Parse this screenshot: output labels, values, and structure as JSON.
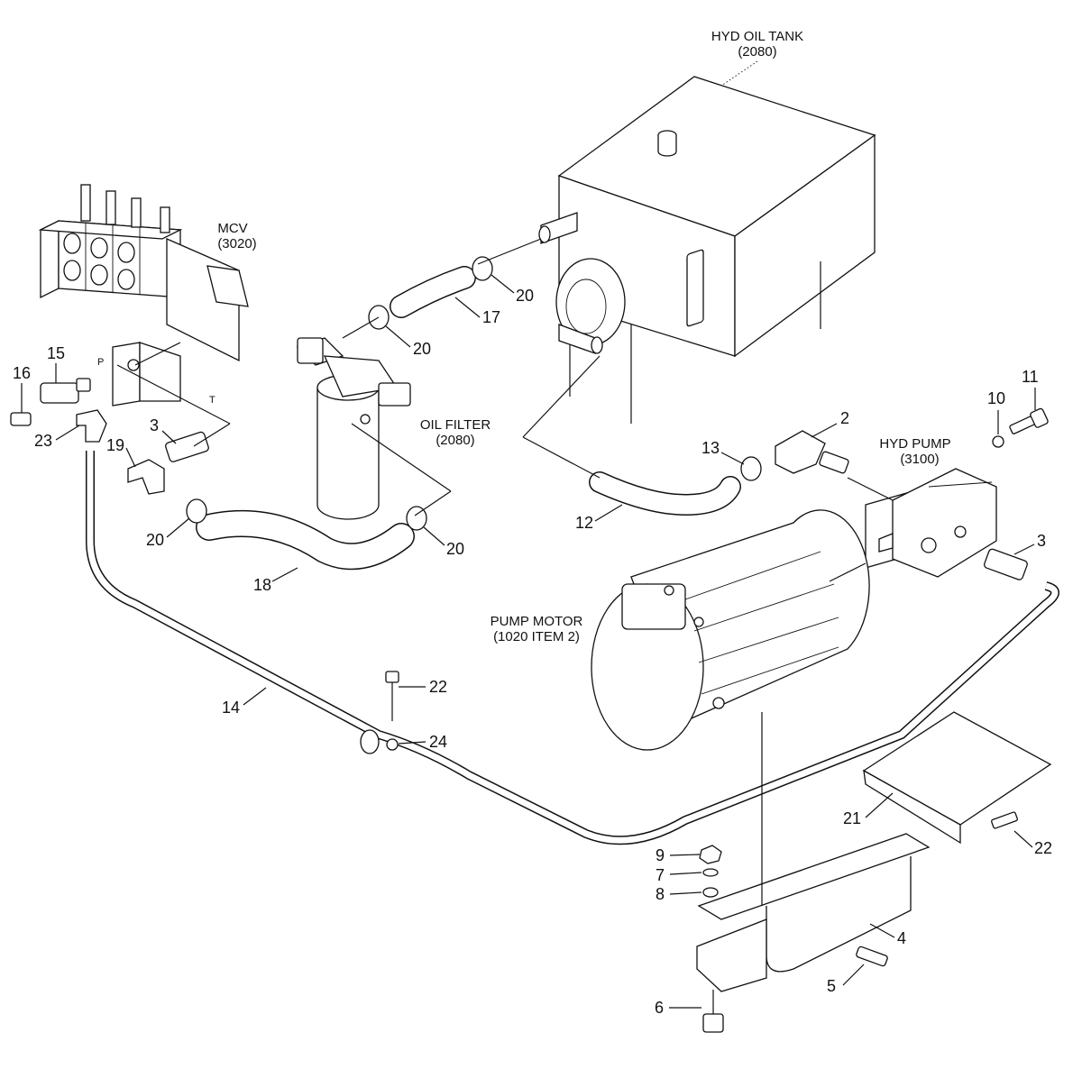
{
  "labels": {
    "hyd_oil_tank": "HYD OIL TANK",
    "hyd_oil_tank_ref": "(2080)",
    "mcv": "MCV",
    "mcv_ref": "(3020)",
    "oil_filter": "OIL FILTER",
    "oil_filter_ref": "(2080)",
    "hyd_pump": "HYD PUMP",
    "hyd_pump_ref": "(3100)",
    "pump_motor": "PUMP MOTOR",
    "pump_motor_ref": "(1020 ITEM 2)",
    "port_p": "P",
    "port_t": "T"
  },
  "callouts": {
    "c2": "2",
    "c3a": "3",
    "c3b": "3",
    "c4": "4",
    "c5": "5",
    "c6": "6",
    "c7": "7",
    "c8": "8",
    "c9": "9",
    "c10": "10",
    "c11": "11",
    "c12": "12",
    "c13": "13",
    "c14": "14",
    "c15": "15",
    "c16": "16",
    "c17": "17",
    "c18": "18",
    "c19": "19",
    "c20a": "20",
    "c20b": "20",
    "c20c": "20",
    "c20d": "20",
    "c21": "21",
    "c22a": "22",
    "c22b": "22",
    "c23": "23",
    "c24": "24"
  }
}
